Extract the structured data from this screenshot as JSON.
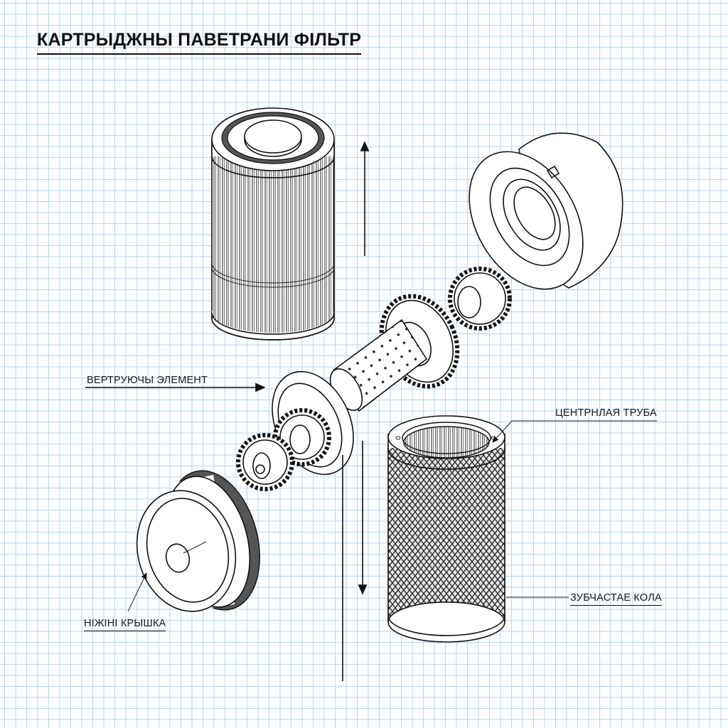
{
  "title": "КАРТРЫДЖНЫ ПАВЕТРАНИ ФІЛЬТР",
  "labels": {
    "rotating_element": "ВЕРТРУЮЧЫ ЭЛЕМЕНТ",
    "central_tube": "ЦЕНТРНЛАЯ ТРУБА",
    "gear_wheel": "ЗУБЧАСТАЕ КОЛА",
    "bottom_cover": "НІЖІНІ КРЫШКА"
  },
  "components": [
    {
      "name": "pleated-filter-cartridge",
      "description": "pleated cylindrical filter with top seal cap"
    },
    {
      "name": "top-housing-cap",
      "description": "ring cap with bore"
    },
    {
      "name": "rotating-assembly",
      "description": "perforated tube with gears and flanges"
    },
    {
      "name": "mesh-outer-cylinder",
      "description": "diamond-mesh cylinder with top ring"
    },
    {
      "name": "bottom-cover",
      "description": "cup-shaped lower cover with seal ring"
    }
  ],
  "colors": {
    "grid": "#bcd8ec",
    "background": "#fbfdff",
    "ink": "#111111",
    "seal": "#555555"
  }
}
